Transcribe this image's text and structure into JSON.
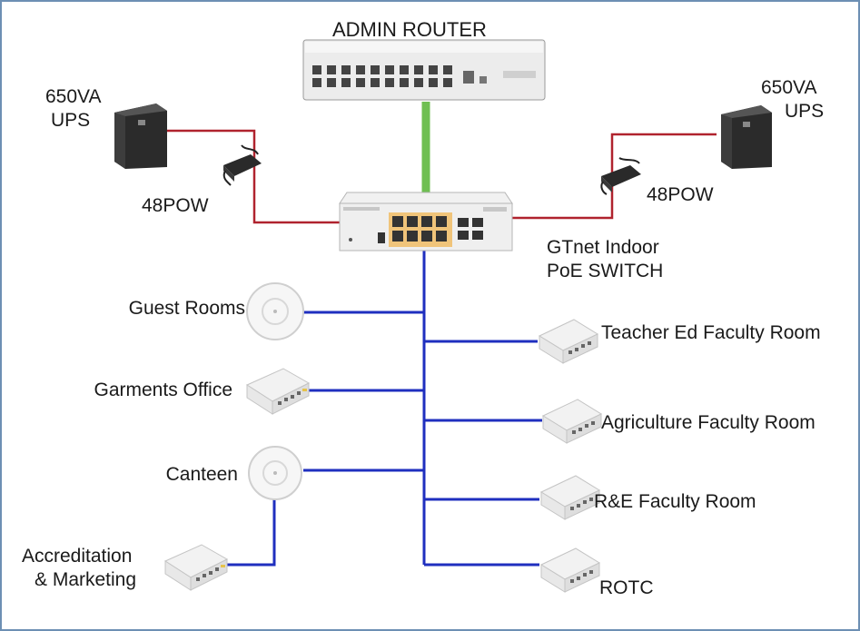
{
  "labels": {
    "router": "ADMIN ROUTER",
    "ups_left_line1": "650VA",
    "ups_left_line2": "UPS",
    "ups_right_line1": "650VA",
    "ups_right_line2": "UPS",
    "pow_left": "48POW",
    "pow_right": "48POW",
    "switch_line1": "GTnet Indoor",
    "switch_line2": "PoE SWITCH",
    "guest_rooms": "Guest Rooms",
    "garments_office": "Garments Office",
    "canteen": "Canteen",
    "accreditation_line1": "Accreditation",
    "accreditation_line2": "& Marketing",
    "teacher_ed": "Teacher Ed Faculty Room",
    "agriculture": "Agriculture Faculty Room",
    "re_faculty": "R&E Faculty Room",
    "rotc": "ROTC"
  },
  "colors": {
    "frame": "#6d8fb3",
    "network_cable": "#1f2fbf",
    "power_cable": "#b0232e",
    "uplink_cable": "#6fbf52"
  },
  "icons": {
    "router": "rack-router-icon",
    "switch": "poe-switch-icon",
    "ups": "ups-icon",
    "power_adapter": "power-adapter-icon",
    "ceiling_ap": "ceiling-access-point-icon",
    "desktop_switch": "desktop-switch-icon"
  }
}
